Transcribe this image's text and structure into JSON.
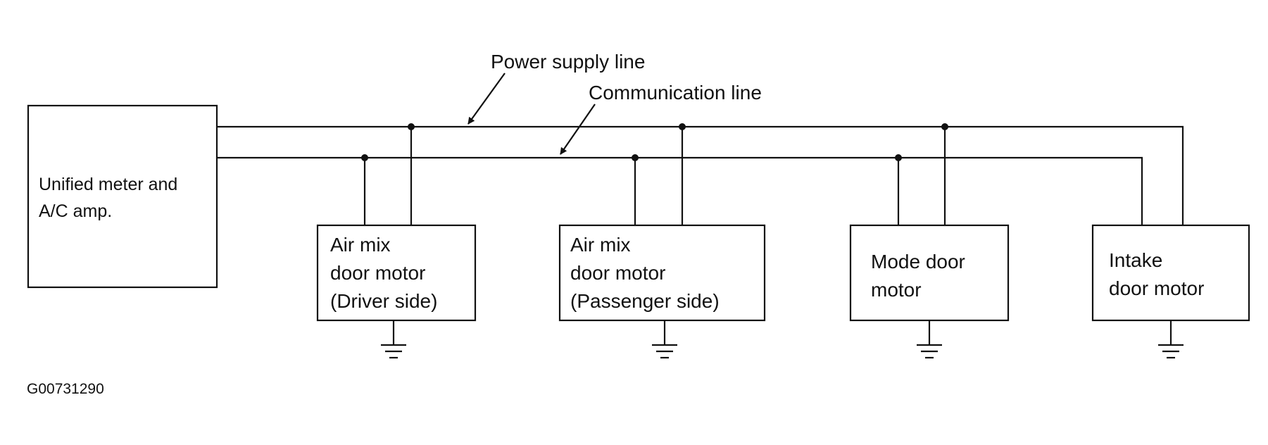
{
  "labels": {
    "power_supply_line": "Power supply line",
    "communication_line": "Communication line"
  },
  "controller": {
    "line1": "Unified meter and",
    "line2": "A/C amp."
  },
  "motors": [
    {
      "lines": [
        "Air mix",
        "door motor",
        "(Driver side)"
      ]
    },
    {
      "lines": [
        "Air mix",
        "door motor",
        "(Passenger side)"
      ]
    },
    {
      "lines": [
        "Mode door",
        "motor"
      ]
    },
    {
      "lines": [
        "Intake",
        "door motor"
      ]
    }
  ],
  "figure_id": "G00731290"
}
